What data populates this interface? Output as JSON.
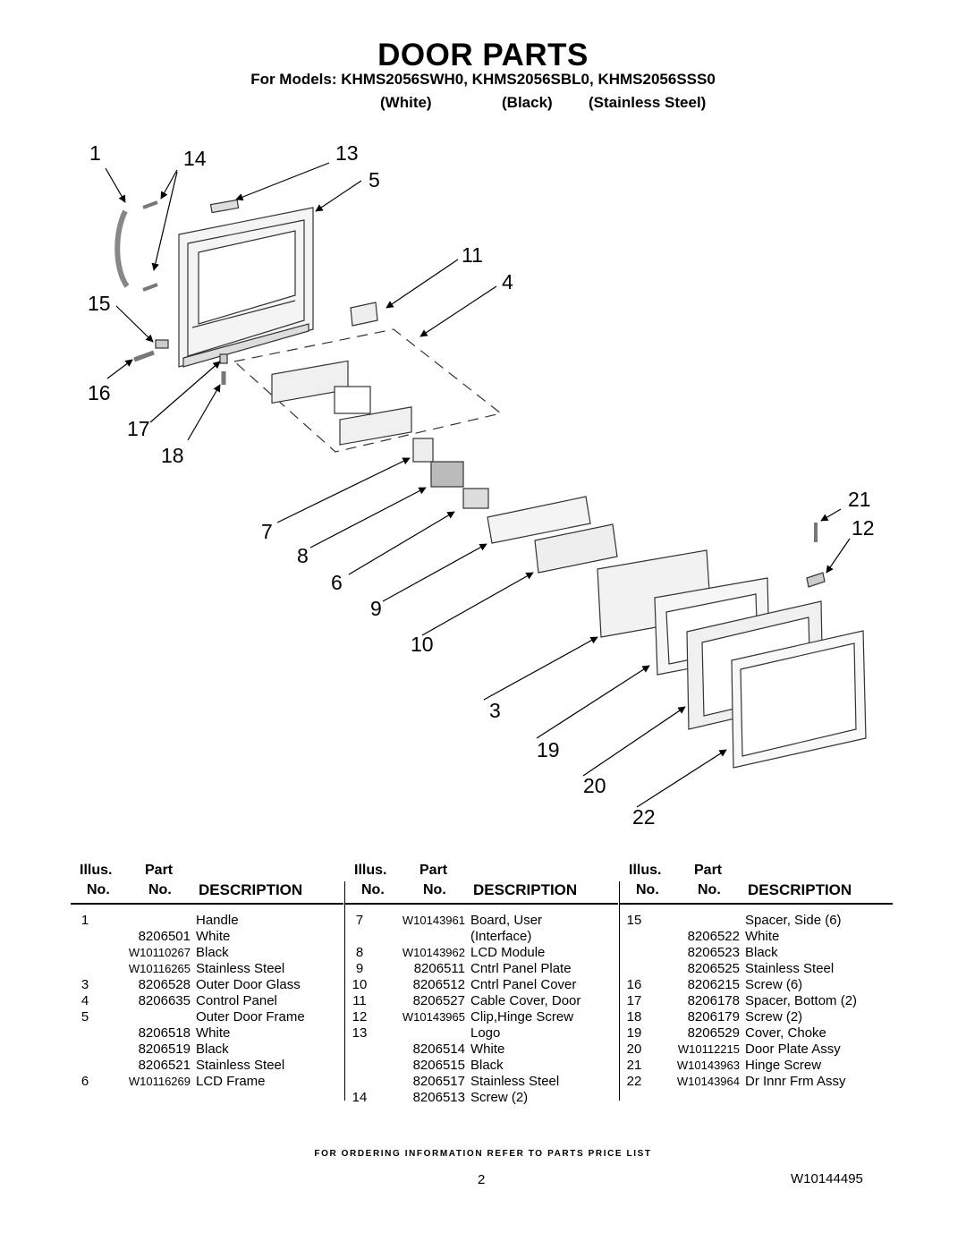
{
  "header": {
    "title": "DOOR PARTS",
    "subtitle": "For Models: KHMS2056SWH0, KHMS2056SBL0, KHMS2056SSS0",
    "color_white": "(White)",
    "color_black": "(Black)",
    "color_stainless": "(Stainless Steel)"
  },
  "callouts": {
    "c1": "1",
    "c14": "14",
    "c13": "13",
    "c5": "5",
    "c11": "11",
    "c4": "4",
    "c15": "15",
    "c16": "16",
    "c17": "17",
    "c18": "18",
    "c21": "21",
    "c12": "12",
    "c7": "7",
    "c8": "8",
    "c6": "6",
    "c9": "9",
    "c10": "10",
    "c3": "3",
    "c19": "19",
    "c20": "20",
    "c22": "22"
  },
  "table_headers": {
    "illus": "Illus.",
    "part": "Part",
    "no1": "No.",
    "no2": "No.",
    "description": "DESCRIPTION"
  },
  "tables": [
    {
      "rows": [
        {
          "illus": "1",
          "part": "",
          "desc": "Handle"
        },
        {
          "illus": "",
          "part": "8206501",
          "desc": "White"
        },
        {
          "illus": "",
          "part": "W10110267",
          "desc": "Black"
        },
        {
          "illus": "",
          "part": "W10116265",
          "desc": "Stainless Steel"
        },
        {
          "illus": "3",
          "part": "8206528",
          "desc": "Outer Door Glass"
        },
        {
          "illus": "4",
          "part": "8206635",
          "desc": "Control Panel"
        },
        {
          "illus": "5",
          "part": "",
          "desc": "Outer Door Frame"
        },
        {
          "illus": "",
          "part": "8206518",
          "desc": "White"
        },
        {
          "illus": "",
          "part": "8206519",
          "desc": "Black"
        },
        {
          "illus": "",
          "part": "8206521",
          "desc": "Stainless Steel"
        },
        {
          "illus": "6",
          "part": "W10116269",
          "desc": "LCD Frame"
        }
      ]
    },
    {
      "rows": [
        {
          "illus": "7",
          "part": "W10143961",
          "desc": "Board, User"
        },
        {
          "illus": "",
          "part": "",
          "desc": "(Interface)"
        },
        {
          "illus": "8",
          "part": "W10143962",
          "desc": "LCD Module"
        },
        {
          "illus": "9",
          "part": "8206511",
          "desc": "Cntrl Panel Plate"
        },
        {
          "illus": "10",
          "part": "8206512",
          "desc": "Cntrl Panel Cover"
        },
        {
          "illus": "11",
          "part": "8206527",
          "desc": "Cable Cover, Door"
        },
        {
          "illus": "12",
          "part": "W10143965",
          "desc": "Clip,Hinge Screw"
        },
        {
          "illus": "13",
          "part": "",
          "desc": "Logo"
        },
        {
          "illus": "",
          "part": "8206514",
          "desc": "White"
        },
        {
          "illus": "",
          "part": "8206515",
          "desc": "Black"
        },
        {
          "illus": "",
          "part": "8206517",
          "desc": "Stainless Steel"
        },
        {
          "illus": "14",
          "part": "8206513",
          "desc": "Screw (2)"
        }
      ]
    },
    {
      "rows": [
        {
          "illus": "15",
          "part": "",
          "desc": "Spacer, Side (6)"
        },
        {
          "illus": "",
          "part": "8206522",
          "desc": "White"
        },
        {
          "illus": "",
          "part": "8206523",
          "desc": "Black"
        },
        {
          "illus": "",
          "part": "8206525",
          "desc": "Stainless Steel"
        },
        {
          "illus": "16",
          "part": "8206215",
          "desc": "Screw (6)"
        },
        {
          "illus": "17",
          "part": "8206178",
          "desc": "Spacer, Bottom (2)"
        },
        {
          "illus": "18",
          "part": "8206179",
          "desc": "Screw (2)"
        },
        {
          "illus": "19",
          "part": "8206529",
          "desc": "Cover, Choke"
        },
        {
          "illus": "20",
          "part": "W10112215",
          "desc": "Door Plate Assy"
        },
        {
          "illus": "21",
          "part": "W10143963",
          "desc": "Hinge Screw"
        },
        {
          "illus": "22",
          "part": "W10143964",
          "desc": "Dr Innr Frm Assy"
        }
      ]
    }
  ],
  "footer": {
    "ordering_note": "FOR ORDERING INFORMATION REFER TO PARTS PRICE LIST",
    "page_number": "2",
    "document_number": "W10144495"
  }
}
